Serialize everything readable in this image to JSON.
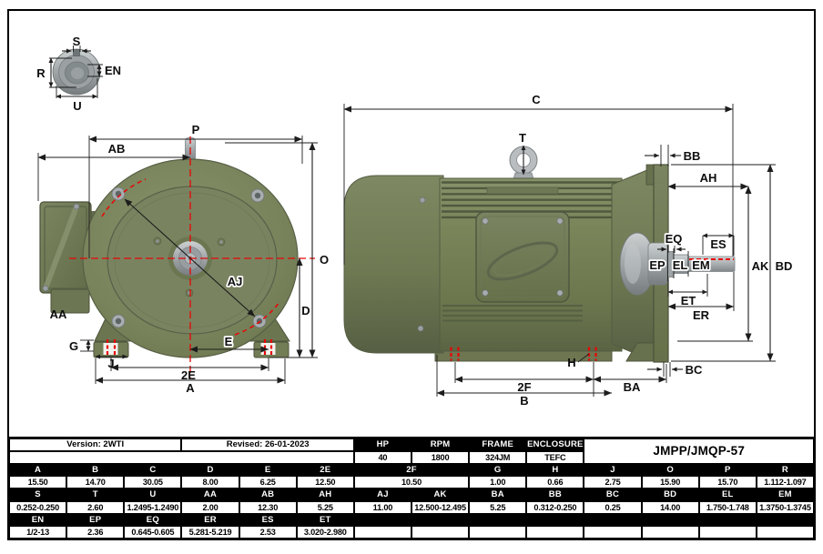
{
  "table": {
    "columns": 14,
    "rows": [
      {
        "cells": [
          {
            "text": "Version: 2WTI",
            "span": 3,
            "type": "plain",
            "name": "version-cell"
          },
          {
            "text": "Revised: 26-01-2023",
            "span": 3,
            "type": "plain",
            "name": "revised-cell"
          },
          {
            "text": "HP",
            "type": "head",
            "name": "hp-header"
          },
          {
            "text": "RPM",
            "type": "head",
            "name": "rpm-header"
          },
          {
            "text": "FRAME",
            "type": "head",
            "name": "frame-header"
          },
          {
            "text": "ENCLOSURE",
            "type": "head",
            "name": "enclosure-header"
          },
          {
            "text": "JMPP/JMQP-57",
            "span": 4,
            "rowspan": 2,
            "type": "model",
            "name": "model-cell"
          }
        ]
      },
      {
        "cells": [
          {
            "text": "",
            "span": 6,
            "type": "plain",
            "name": "empty-cell"
          },
          {
            "text": "40",
            "type": "val",
            "name": "hp-value"
          },
          {
            "text": "1800",
            "type": "val",
            "name": "rpm-value"
          },
          {
            "text": "324JM",
            "type": "val",
            "name": "frame-value"
          },
          {
            "text": "TEFC",
            "type": "val",
            "name": "enclosure-value"
          }
        ]
      },
      {
        "cells": [
          {
            "text": "A",
            "type": "head"
          },
          {
            "text": "B",
            "type": "head"
          },
          {
            "text": "C",
            "type": "head"
          },
          {
            "text": "D",
            "type": "head"
          },
          {
            "text": "E",
            "type": "head"
          },
          {
            "text": "2E",
            "type": "head"
          },
          {
            "text": "2F",
            "span": 2,
            "type": "head"
          },
          {
            "text": "G",
            "type": "head"
          },
          {
            "text": "H",
            "type": "head"
          },
          {
            "text": "J",
            "type": "head"
          },
          {
            "text": "O",
            "type": "head"
          },
          {
            "text": "P",
            "type": "head"
          },
          {
            "text": "R",
            "type": "head"
          }
        ]
      },
      {
        "cells": [
          {
            "text": "15.50",
            "type": "val"
          },
          {
            "text": "14.70",
            "type": "val"
          },
          {
            "text": "30.05",
            "type": "val"
          },
          {
            "text": "8.00",
            "type": "val"
          },
          {
            "text": "6.25",
            "type": "val"
          },
          {
            "text": "12.50",
            "type": "val"
          },
          {
            "text": "10.50",
            "span": 2,
            "type": "val"
          },
          {
            "text": "1.00",
            "type": "val"
          },
          {
            "text": "0.66",
            "type": "val"
          },
          {
            "text": "2.75",
            "type": "val"
          },
          {
            "text": "15.90",
            "type": "val"
          },
          {
            "text": "15.70",
            "type": "val"
          },
          {
            "text": "1.112-1.097",
            "type": "val"
          }
        ]
      },
      {
        "cells": [
          {
            "text": "S",
            "type": "head"
          },
          {
            "text": "T",
            "type": "head"
          },
          {
            "text": "U",
            "type": "head"
          },
          {
            "text": "AA",
            "type": "head"
          },
          {
            "text": "AB",
            "type": "head"
          },
          {
            "text": "AH",
            "type": "head"
          },
          {
            "text": "AJ",
            "type": "head"
          },
          {
            "text": "AK",
            "type": "head"
          },
          {
            "text": "BA",
            "type": "head"
          },
          {
            "text": "BB",
            "type": "head"
          },
          {
            "text": "BC",
            "type": "head"
          },
          {
            "text": "BD",
            "type": "head"
          },
          {
            "text": "EL",
            "type": "head"
          },
          {
            "text": "EM",
            "type": "head"
          }
        ]
      },
      {
        "cells": [
          {
            "text": "0.252-0.250",
            "type": "val"
          },
          {
            "text": "2.60",
            "type": "val"
          },
          {
            "text": "1.2495-1.2490",
            "type": "val"
          },
          {
            "text": "2.00",
            "type": "val"
          },
          {
            "text": "12.30",
            "type": "val"
          },
          {
            "text": "5.25",
            "type": "val"
          },
          {
            "text": "11.00",
            "type": "val"
          },
          {
            "text": "12.500-12.495",
            "type": "val"
          },
          {
            "text": "5.25",
            "type": "val"
          },
          {
            "text": "0.312-0.250",
            "type": "val"
          },
          {
            "text": "0.25",
            "type": "val"
          },
          {
            "text": "14.00",
            "type": "val"
          },
          {
            "text": "1.750-1.748",
            "type": "val"
          },
          {
            "text": "1.3750-1.3745",
            "type": "val"
          }
        ]
      },
      {
        "cells": [
          {
            "text": "EN",
            "type": "head"
          },
          {
            "text": "EP",
            "type": "head"
          },
          {
            "text": "EQ",
            "type": "head"
          },
          {
            "text": "ER",
            "type": "head"
          },
          {
            "text": "ES",
            "type": "head"
          },
          {
            "text": "ET",
            "type": "head"
          },
          {
            "text": "",
            "span": 8,
            "type": "head",
            "name": "blank-header"
          }
        ]
      },
      {
        "cells": [
          {
            "text": "1/2-13",
            "type": "val"
          },
          {
            "text": "2.36",
            "type": "val"
          },
          {
            "text": "0.645-0.605",
            "type": "val"
          },
          {
            "text": "5.281-5.219",
            "type": "val"
          },
          {
            "text": "2.53",
            "type": "val"
          },
          {
            "text": "3.020-2.980",
            "type": "val"
          },
          {
            "text": "",
            "type": "val"
          },
          {
            "text": "",
            "type": "val"
          },
          {
            "text": "",
            "type": "val"
          },
          {
            "text": "",
            "type": "val"
          },
          {
            "text": "",
            "type": "val"
          },
          {
            "text": "",
            "type": "val"
          },
          {
            "text": "",
            "type": "val"
          },
          {
            "text": "",
            "type": "val"
          }
        ]
      }
    ]
  },
  "labels": {
    "detail": {
      "s": "S",
      "r": "R",
      "en": "EN",
      "u": "U"
    },
    "front": {
      "p": "P",
      "ab": "AB",
      "o": "O",
      "d": "D",
      "aj": "AJ",
      "aa": "AA",
      "g": "G",
      "j": "J",
      "e": "E",
      "twoe": "2E",
      "a": "A"
    },
    "side": {
      "c": "C",
      "t": "T",
      "bb": "BB",
      "ah": "AH",
      "eq": "EQ",
      "es": "ES",
      "ep": "EP",
      "el": "EL",
      "em": "EM",
      "ak": "AK",
      "bd": "BD",
      "et": "ET",
      "er": "ER",
      "bc": "BC",
      "twof": "2F",
      "ba": "BA",
      "b": "B",
      "h": "H"
    }
  },
  "colors": {
    "motor_green": "#717b55",
    "motor_green_dark": "#59624a",
    "metal_gray": "#a9aeb0",
    "centerline_red": "#e80606",
    "line_black": "#1c1c1c",
    "table_header_bg": "#000000",
    "table_header_fg": "#ffffff"
  }
}
